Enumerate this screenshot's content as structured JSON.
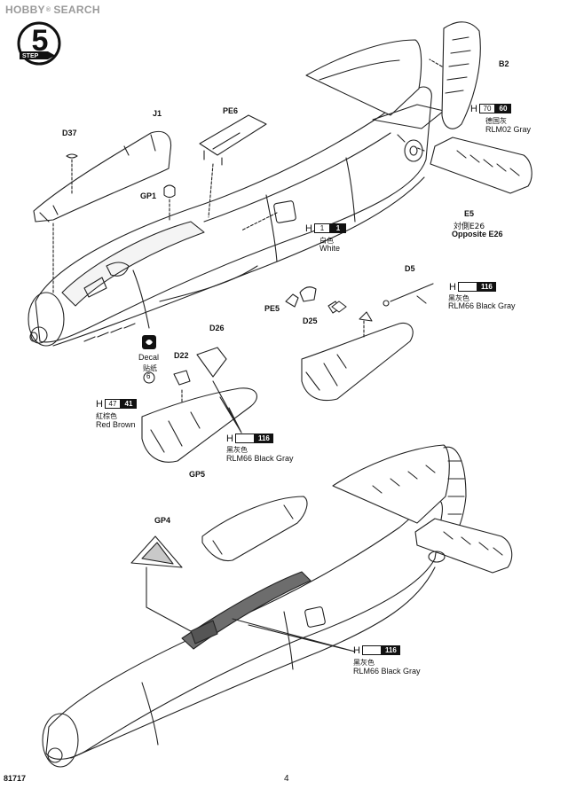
{
  "watermark": {
    "brand": "HOBBY",
    "suffix": "SEARCH",
    "reg": "®"
  },
  "step": {
    "number": "5",
    "label": "STEP"
  },
  "parts": {
    "d37": "D37",
    "j1": "J1",
    "pe6": "PE6",
    "gp1": "GP1",
    "b2": "B2",
    "e5": "E5",
    "d5": "D5",
    "pe5": "PE5",
    "d25": "D25",
    "d26": "D26",
    "d22": "D22",
    "gp5": "GP5",
    "gp4": "GP4"
  },
  "decal": {
    "en": "Decal",
    "cn": "贴纸",
    "number": "6"
  },
  "paints": {
    "rlm02": {
      "h": "H",
      "codes": [
        "70",
        "60"
      ],
      "cn": "德国灰",
      "en": "RLM02 Gray"
    },
    "white": {
      "h": "H",
      "codes": [
        "1",
        "1"
      ],
      "cn": "白色",
      "en": "White"
    },
    "black_gray_1": {
      "h": "H",
      "code": "116",
      "cn": "黑灰色",
      "en": "RLM66 Black Gray"
    },
    "red_brown": {
      "h": "H",
      "codes": [
        "47",
        "41"
      ],
      "cn": "紅棕色",
      "en": "Red Brown"
    },
    "black_gray_2": {
      "h": "H",
      "code": "116",
      "cn": "黑灰色",
      "en": "RLM66 Black Gray"
    },
    "black_gray_3": {
      "h": "H",
      "code": "116",
      "cn": "黑灰色",
      "en": "RLM66 Black Gray"
    }
  },
  "opposite": {
    "cn": "対側E26",
    "en": "Opposite E26"
  },
  "footer": {
    "code": "81717",
    "page": "4"
  }
}
